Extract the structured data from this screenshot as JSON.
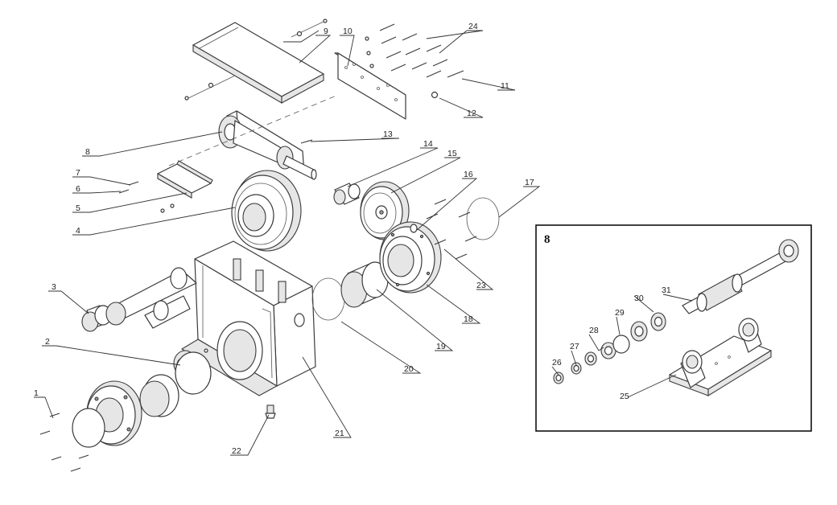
{
  "inset": {
    "title": "8"
  },
  "callouts": [
    {
      "id": "c1",
      "label": "1"
    },
    {
      "id": "c2",
      "label": "2"
    },
    {
      "id": "c3",
      "label": "3"
    },
    {
      "id": "c4",
      "label": "4"
    },
    {
      "id": "c5",
      "label": "5"
    },
    {
      "id": "c6",
      "label": "6"
    },
    {
      "id": "c7",
      "label": "7"
    },
    {
      "id": "c8",
      "label": "8"
    },
    {
      "id": "c9",
      "label": "9"
    },
    {
      "id": "c10",
      "label": "10"
    },
    {
      "id": "c11",
      "label": "11"
    },
    {
      "id": "c12",
      "label": "12"
    },
    {
      "id": "c13",
      "label": "13"
    },
    {
      "id": "c14",
      "label": "14"
    },
    {
      "id": "c15",
      "label": "15"
    },
    {
      "id": "c16",
      "label": "16"
    },
    {
      "id": "c17",
      "label": "17"
    },
    {
      "id": "c18",
      "label": "18"
    },
    {
      "id": "c19",
      "label": "19"
    },
    {
      "id": "c20",
      "label": "20"
    },
    {
      "id": "c21",
      "label": "21"
    },
    {
      "id": "c22",
      "label": "22"
    },
    {
      "id": "c23",
      "label": "23"
    },
    {
      "id": "c24",
      "label": "24"
    },
    {
      "id": "c25",
      "label": "25"
    },
    {
      "id": "c26",
      "label": "26"
    },
    {
      "id": "c27",
      "label": "27"
    },
    {
      "id": "c28",
      "label": "28"
    },
    {
      "id": "c29",
      "label": "29"
    },
    {
      "id": "c30",
      "label": "30"
    },
    {
      "id": "c31",
      "label": "31"
    }
  ]
}
